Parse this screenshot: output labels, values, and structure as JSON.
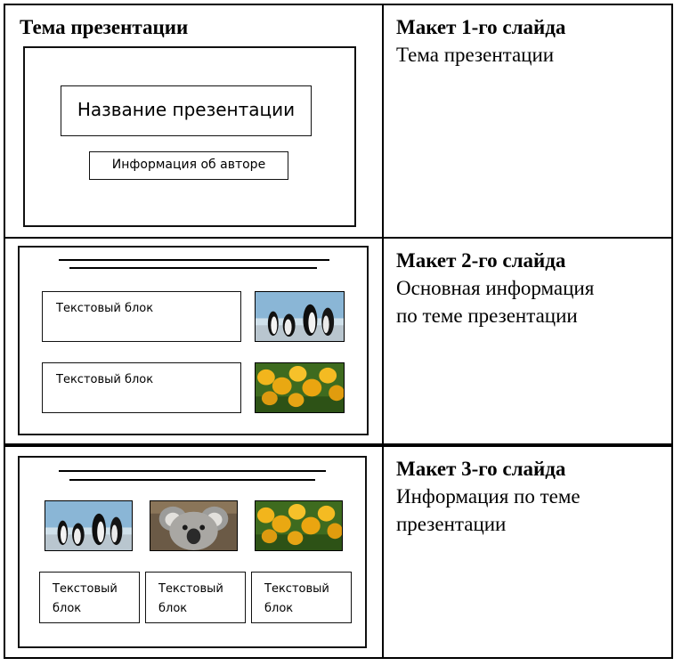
{
  "row1": {
    "left_heading": "Тема презентации",
    "slide_title_box": "Название презентации",
    "slide_author_box": "Информация об авторе",
    "right_heading": "Макет 1-го слайда",
    "right_desc": [
      "Тема презентации"
    ]
  },
  "row2": {
    "text_block_1": "Текстовый блок",
    "text_block_2": "Текстовый блок",
    "images": [
      "penguins-image",
      "tulips-image"
    ],
    "right_heading": "Макет 2-го слайда",
    "right_desc": [
      "Основная информация",
      "по теме презентации"
    ]
  },
  "row3": {
    "images": [
      "penguins-image",
      "koala-image",
      "tulips-image"
    ],
    "text_blocks": [
      [
        "Текстовый",
        "блок"
      ],
      [
        "Текстовый",
        "блок"
      ],
      [
        "Текстовый",
        "блок"
      ]
    ],
    "right_heading": "Макет 3-го слайда",
    "right_desc": [
      "Информация по теме",
      "презентации"
    ]
  }
}
